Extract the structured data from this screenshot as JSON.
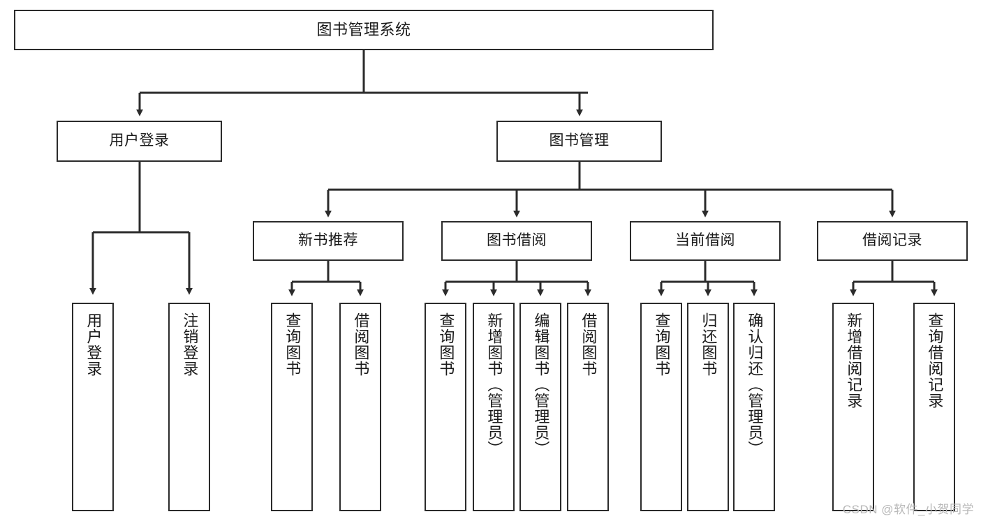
{
  "diagram": {
    "title": "图书管理系统",
    "type": "tree",
    "watermark": "CSDN @软件_小贺同学",
    "colors": {
      "node_border": "#2b2b2b",
      "node_fill": "#ffffff",
      "edge": "#2b2b2b",
      "text": "#1a1a1a",
      "watermark": "#b8b8b8",
      "background": "#ffffff"
    },
    "nodes": {
      "root": {
        "label": "图书管理系统"
      },
      "level2": [
        {
          "id": "user-login",
          "label": "用户登录"
        },
        {
          "id": "book-manage",
          "label": "图书管理"
        }
      ],
      "level3": [
        {
          "id": "new-book-recommend",
          "label": "新书推荐"
        },
        {
          "id": "book-borrow",
          "label": "图书借阅"
        },
        {
          "id": "current-borrow",
          "label": "当前借阅"
        },
        {
          "id": "borrow-record",
          "label": "借阅记录"
        }
      ],
      "leaves": {
        "user-login": [
          {
            "id": "leaf-user-login",
            "label": "用户登录"
          },
          {
            "id": "leaf-logout",
            "label": "注销登录"
          }
        ],
        "new-book-recommend": [
          {
            "id": "leaf-query-book-1",
            "label": "查询图书"
          },
          {
            "id": "leaf-borrow-book-1",
            "label": "借阅图书"
          }
        ],
        "book-borrow": [
          {
            "id": "leaf-query-book-2",
            "label": "查询图书"
          },
          {
            "id": "leaf-add-book",
            "label": "新增图书（管理员）"
          },
          {
            "id": "leaf-edit-book",
            "label": "编辑图书（管理员）"
          },
          {
            "id": "leaf-borrow-book-2",
            "label": "借阅图书"
          }
        ],
        "current-borrow": [
          {
            "id": "leaf-query-book-3",
            "label": "查询图书"
          },
          {
            "id": "leaf-return-book",
            "label": "归还图书"
          },
          {
            "id": "leaf-confirm-return",
            "label": "确认归还（管理员）"
          }
        ],
        "borrow-record": [
          {
            "id": "leaf-add-record",
            "label": "新增借阅记录"
          },
          {
            "id": "leaf-query-record",
            "label": "查询借阅记录"
          }
        ]
      }
    }
  }
}
